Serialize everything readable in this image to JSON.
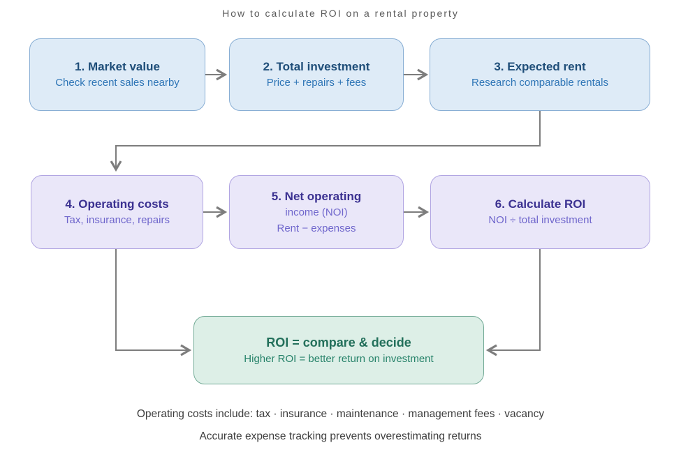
{
  "title": "How to calculate ROI on a rental property",
  "flow": {
    "row1": [
      {
        "step": "1. Market value",
        "detail": "Check recent sales nearby"
      },
      {
        "step": "2. Total investment",
        "detail": "Price + repairs + fees"
      },
      {
        "step": "3. Expected rent",
        "detail": "Research comparable rentals"
      }
    ],
    "row2": [
      {
        "step": "4. Operating costs",
        "detail": "Tax, insurance, repairs"
      },
      {
        "step": "5. Net operating",
        "detail": "income (NOI)",
        "detail2": "Rent − expenses"
      },
      {
        "step": "6. Calculate ROI",
        "detail": "NOI ÷ total investment"
      }
    ],
    "result": {
      "step": "ROI = compare & decide",
      "detail": "Higher ROI = better return on investment"
    }
  },
  "footer": {
    "line1": "Operating costs include: tax · insurance · maintenance · management fees · vacancy",
    "line2": "Accurate expense tracking prevents overestimating returns"
  },
  "colors": {
    "blue_fill": "#deebf7",
    "blue_border": "#88aed4",
    "blue_title": "#1f4e79",
    "blue_detail": "#2e75b6",
    "purple_fill": "#eae7f9",
    "purple_border": "#b1a5e2",
    "purple_title": "#3b3191",
    "purple_detail": "#6f66cc",
    "green_fill": "#ddefe7",
    "green_border": "#74ab97",
    "green_title": "#23705b",
    "green_detail": "#27836a",
    "arrow": "#7d7d7d",
    "page_title": "#5a5a5a",
    "footer_text": "#3d3d3d"
  }
}
